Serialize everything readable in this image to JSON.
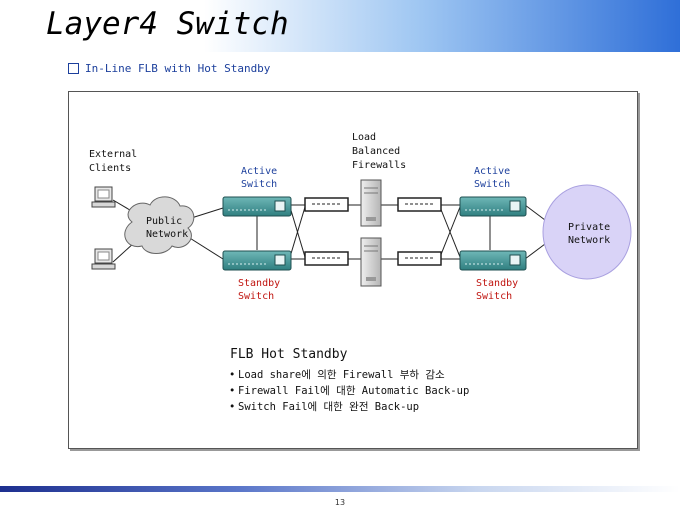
{
  "header": {
    "title": "Layer4 Switch"
  },
  "subtitle": "In-Line FLB with Hot Standby",
  "diagram": {
    "external_clients": [
      "External",
      "Clients"
    ],
    "public_network": [
      "Public",
      "Network"
    ],
    "active_switch_left": [
      "Active",
      "Switch"
    ],
    "active_switch_right": [
      "Active",
      "Switch"
    ],
    "standby_switch_left": [
      "Standby",
      "Switch"
    ],
    "standby_switch_right": [
      "Standby",
      "Switch"
    ],
    "load_balanced_firewalls": [
      "Load",
      "Balanced",
      "Firewalls"
    ],
    "private_network": [
      "Private",
      "Network"
    ]
  },
  "hot_standby": {
    "heading": "FLB Hot Standby",
    "bullets": [
      "Load share에 의한 Firewall 부하 감소",
      "Firewall Fail에 대한 Automatic Back-up",
      "Switch Fail에 대한 완전 Back-up"
    ]
  },
  "footer": {
    "page_number": "13"
  },
  "colors": {
    "label_blue": "#1c3f9c",
    "label_red": "#c0140f",
    "switch_teal": "#3f8f8f",
    "private_network_fill": "#d9d3f7"
  }
}
